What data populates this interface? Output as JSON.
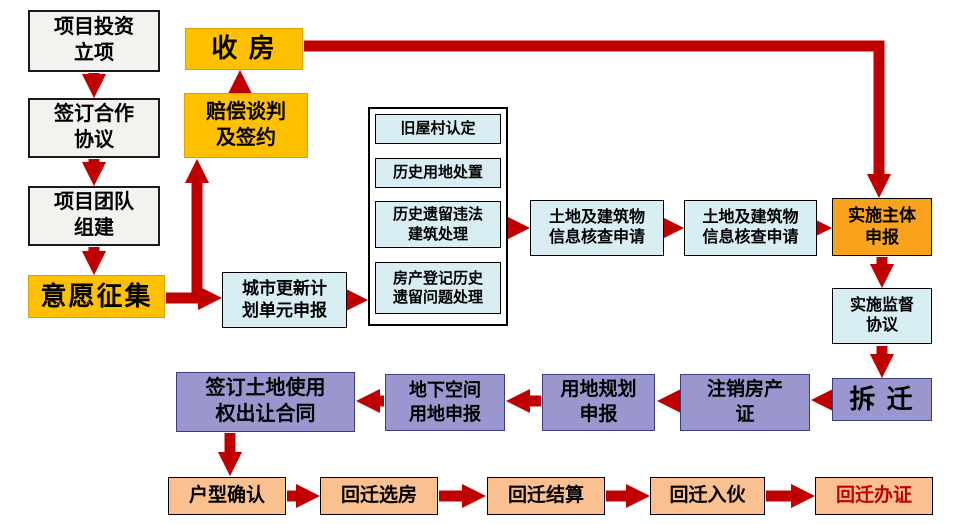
{
  "colors": {
    "arrow_red": "#C00000",
    "gold": "#FFC000",
    "light_cyan": "#D9EEF3",
    "lavender": "#9A97CE",
    "peach": "#FAC090",
    "orange": "#F9A21B",
    "certificate_text_red": "#C00000"
  },
  "nodes": {
    "project_investment": {
      "label": "项目投资\n立项"
    },
    "receive_housing": {
      "label": "收 房"
    },
    "sign_cooperation": {
      "label": "签订合作\n协议"
    },
    "compensation_negotiation": {
      "label": "赔偿谈判\n及签约"
    },
    "team_formation": {
      "label": "项目团队\n组建"
    },
    "intention_collection": {
      "label": "意愿征集"
    },
    "renewal_plan_application": {
      "label": "城市更新计\n划单元申报"
    },
    "old_village_identification": {
      "label": "旧屋村认定"
    },
    "historical_land_disposal": {
      "label": "历史用地处置"
    },
    "illegal_building_treatment": {
      "label": "历史遗留违法\n建筑处理"
    },
    "property_registration_issues": {
      "label": "房产登记历史\n遗留问题处理"
    },
    "info_check_application_1": {
      "label": "土地及建筑物\n信息核查申请"
    },
    "info_check_application_2": {
      "label": "土地及建筑物\n信息核查申请"
    },
    "implementation_subject_application": {
      "label": "实施主体\n申报"
    },
    "implementation_supervision_agreement": {
      "label": "实施监督\n协议"
    },
    "demolition": {
      "label": "拆 迁"
    },
    "cancel_property_certificate": {
      "label": "注销房产\n证"
    },
    "land_use_planning_application": {
      "label": "用地规划\n申报"
    },
    "underground_space_application": {
      "label": "地下空间\n用地申报"
    },
    "land_transfer_contract": {
      "label": "签订土地使用\n权出让合同"
    },
    "unit_type_confirmation": {
      "label": "户型确认"
    },
    "relocation_house_selection": {
      "label": "回迁选房"
    },
    "relocation_settlement": {
      "label": "回迁结算"
    },
    "relocation_move_in": {
      "label": "回迁入伙"
    },
    "relocation_certificate": {
      "label": "回迁办证"
    }
  }
}
